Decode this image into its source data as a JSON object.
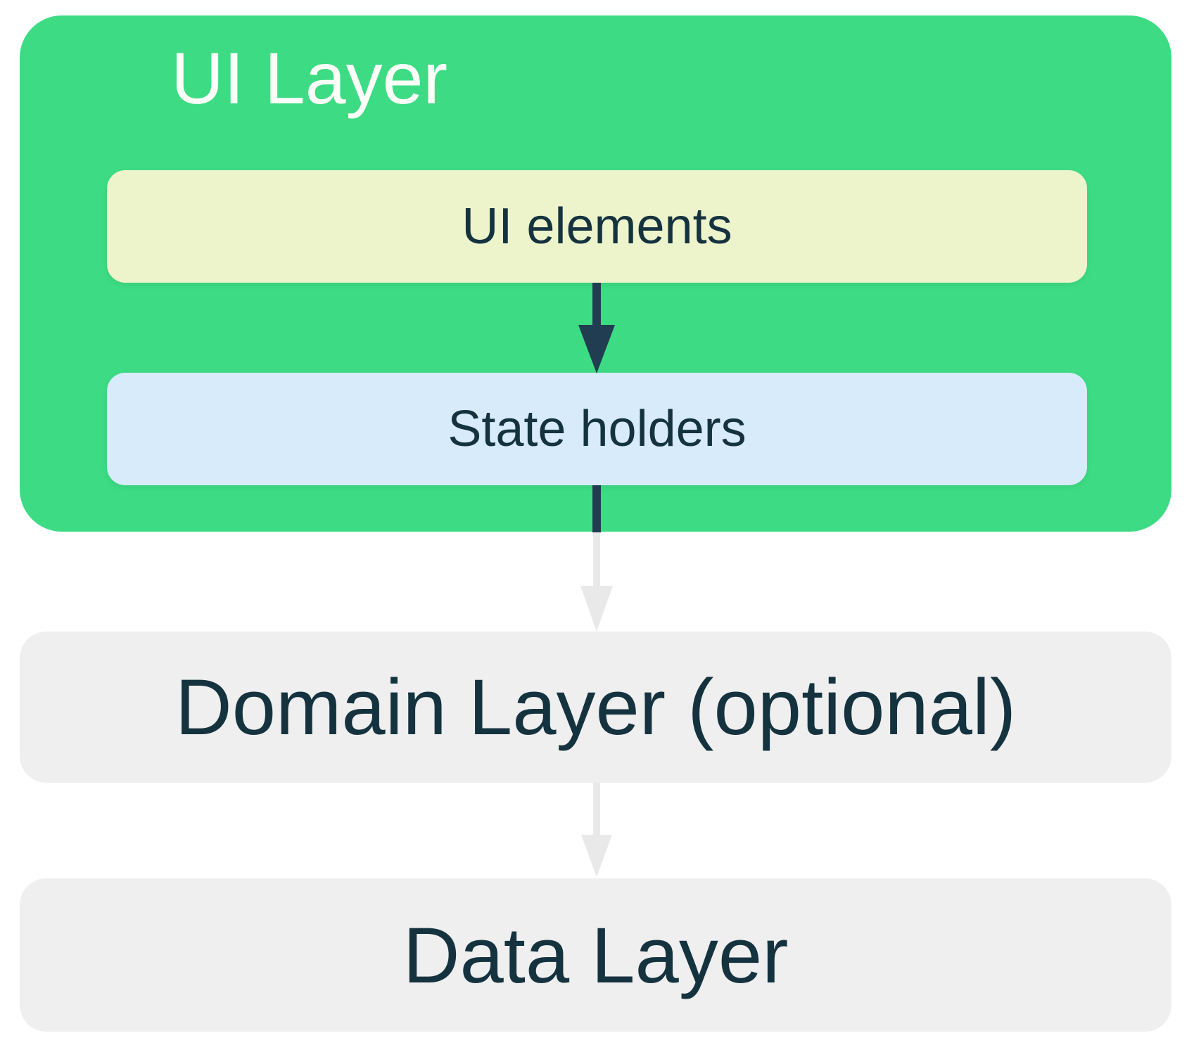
{
  "layers": {
    "ui": {
      "title": "UI Layer",
      "ui_elements_label": "UI elements",
      "state_holders_label": "State holders"
    },
    "domain": {
      "label": "Domain Layer (optional)"
    },
    "data": {
      "label": "Data Layer"
    }
  },
  "icons": {
    "arrow_ui_elements_to_state_holders": "arrow-down-icon",
    "arrow_state_holders_to_domain": "arrow-down-icon",
    "arrow_domain_to_data": "arrow-down-icon"
  },
  "colors": {
    "green": "#3DDC84",
    "cream": "#EDF4CC",
    "light-blue": "#D8EBFA",
    "gray-box": "#EFEFEF",
    "navy-text": "#15323F",
    "arrow-dark": "#213D51",
    "arrow-light": "#E9E9E9",
    "title-white": "#FCFEF8",
    "background": "#FFFFFF"
  }
}
